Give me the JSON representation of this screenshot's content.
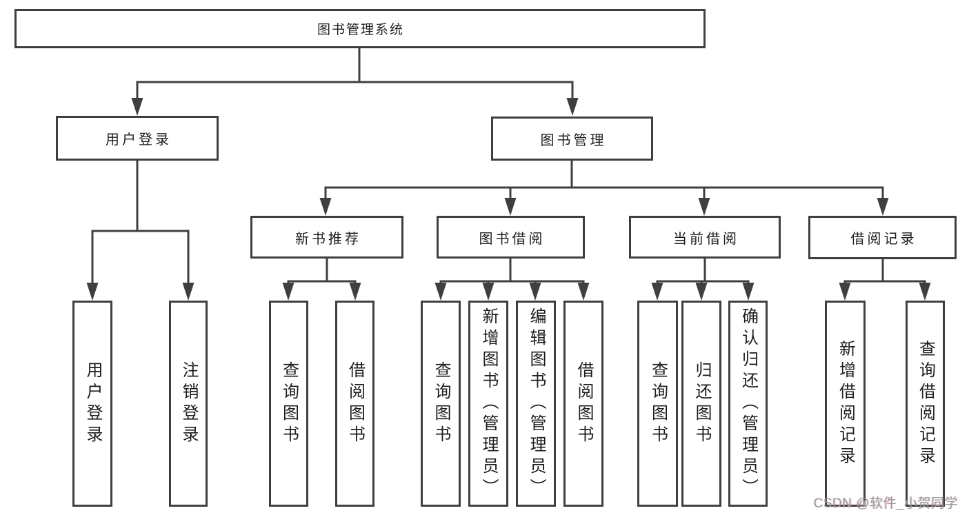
{
  "diagram": {
    "root": {
      "label": "图书管理系统"
    },
    "branches": [
      {
        "label": "用户登录",
        "children": [
          {
            "label": "用户登录"
          },
          {
            "label": "注销登录"
          }
        ]
      },
      {
        "label": "图书管理",
        "children": [
          {
            "label": "新书推荐",
            "children": [
              {
                "label": "查询图书"
              },
              {
                "label": "借阅图书"
              }
            ]
          },
          {
            "label": "图书借阅",
            "children": [
              {
                "label": "查询图书"
              },
              {
                "label": "新增图书（管理员）"
              },
              {
                "label": "编辑图书（管理员）"
              },
              {
                "label": "借阅图书"
              }
            ]
          },
          {
            "label": "当前借阅",
            "children": [
              {
                "label": "查询图书"
              },
              {
                "label": "归还图书"
              },
              {
                "label": "确认归还（管理员）"
              }
            ]
          },
          {
            "label": "借阅记录",
            "children": [
              {
                "label": "新增借阅记录"
              },
              {
                "label": "查询借阅记录"
              }
            ]
          }
        ]
      }
    ]
  },
  "watermark": {
    "text": "CSDN @软件_小贺同学"
  },
  "colors": {
    "line": "#3f3f3f",
    "text": "#1d1d1d",
    "watermark": "#9e9e9e",
    "background": "#ffffff"
  }
}
